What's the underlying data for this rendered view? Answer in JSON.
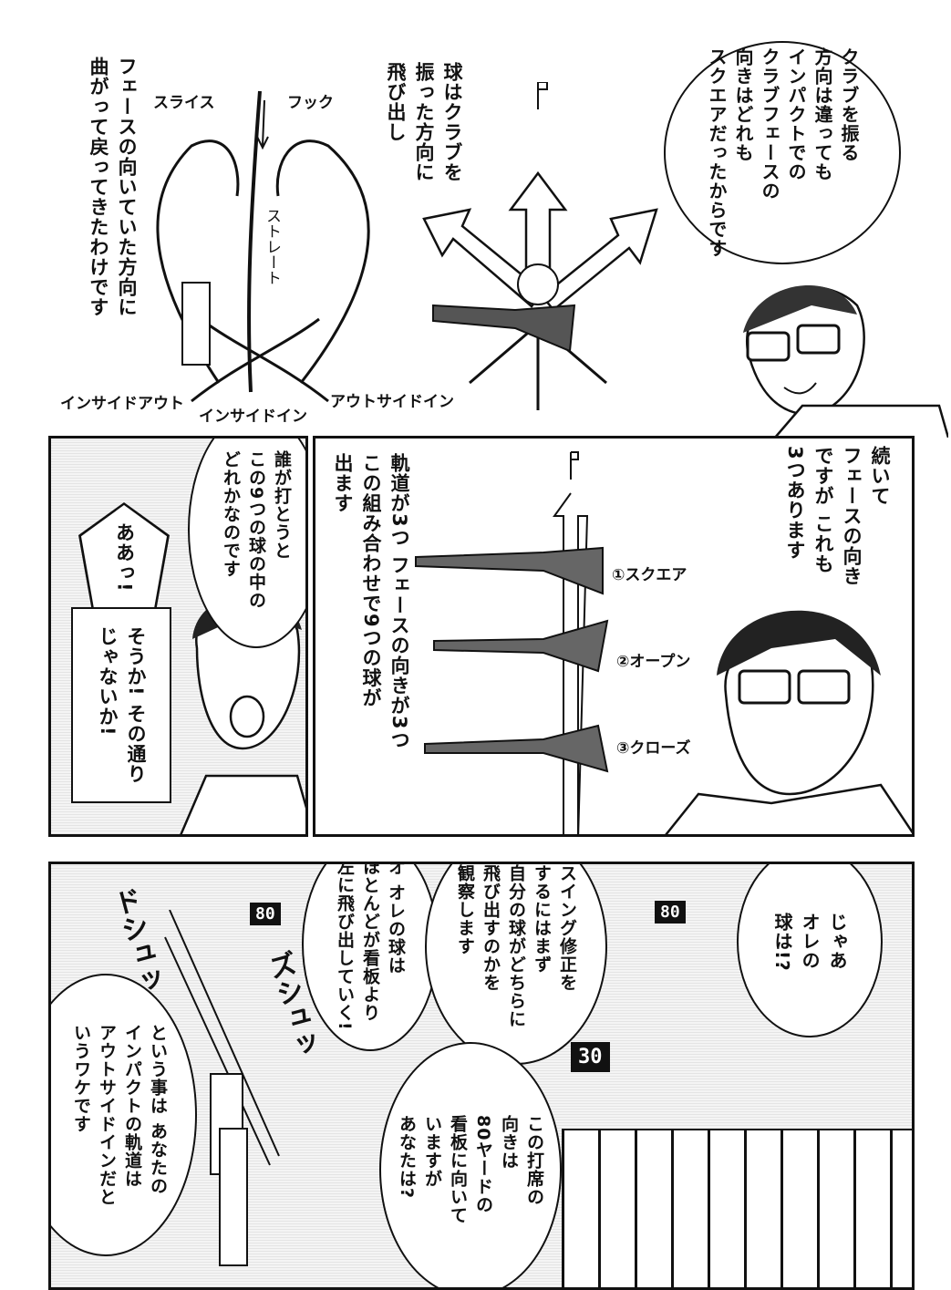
{
  "panel1": {
    "bubble_text": [
      "クラブを振る",
      "方向は違っても",
      "インパクトでの",
      "クラブフェースの",
      "向きはどれも",
      "スクエアだったからです"
    ],
    "narration_ball": [
      "球はクラブを",
      "振った方向に",
      "飛び出し"
    ],
    "narration_face": [
      "フェースの向いていた方向に",
      "曲がって戻ってきたわけです"
    ],
    "diagram_labels": {
      "slice": "スライス",
      "hook": "フック",
      "straight": "ストレート",
      "inside_out": "インサイドアウト",
      "inside_in": "インサイドイン",
      "outside_in": "アウトサイドイン"
    }
  },
  "panel2": {
    "narration_face": [
      "続いて",
      "フェースの向き",
      "ですが これも",
      "3つあります"
    ],
    "narration_combo": [
      "軌道が3つ フェースの向きが3つ",
      "この組み合わせで9つの球が",
      "出ます"
    ],
    "face_labels": [
      "①スクエア",
      "②オープン",
      "③クローズ"
    ]
  },
  "panel3": {
    "bubble_nine": [
      "誰が打とうと",
      "この9つの球の中の",
      "どれかなのです"
    ],
    "exclaim": [
      "ああっ!"
    ],
    "box_text": [
      "そうか! その通り",
      "じゃないか!"
    ]
  },
  "panel4": {
    "bubble_me": [
      "じゃあ",
      "オレの",
      "球は!?"
    ],
    "bubble_observe": [
      "スイング修正を",
      "するにはまず",
      "自分の球がどちらに",
      "飛び出すのかを",
      "観察します"
    ],
    "bubble_left": [
      "オ オレの球は",
      "ほとんどが看板より",
      "左に飛び出していく!"
    ],
    "bubble_outside": [
      "という事は あなたの",
      "インパクトの軌道は",
      "アウトサイドインだと",
      "いうワケです"
    ],
    "bubble_direction": [
      "この打席の",
      "向きは",
      "80ヤードの",
      "看板に向いて",
      "いますが",
      "あなたは?"
    ],
    "signs": [
      "80",
      "80",
      "30"
    ],
    "sfx": [
      "ドシュッ",
      "ズシュッ"
    ]
  }
}
